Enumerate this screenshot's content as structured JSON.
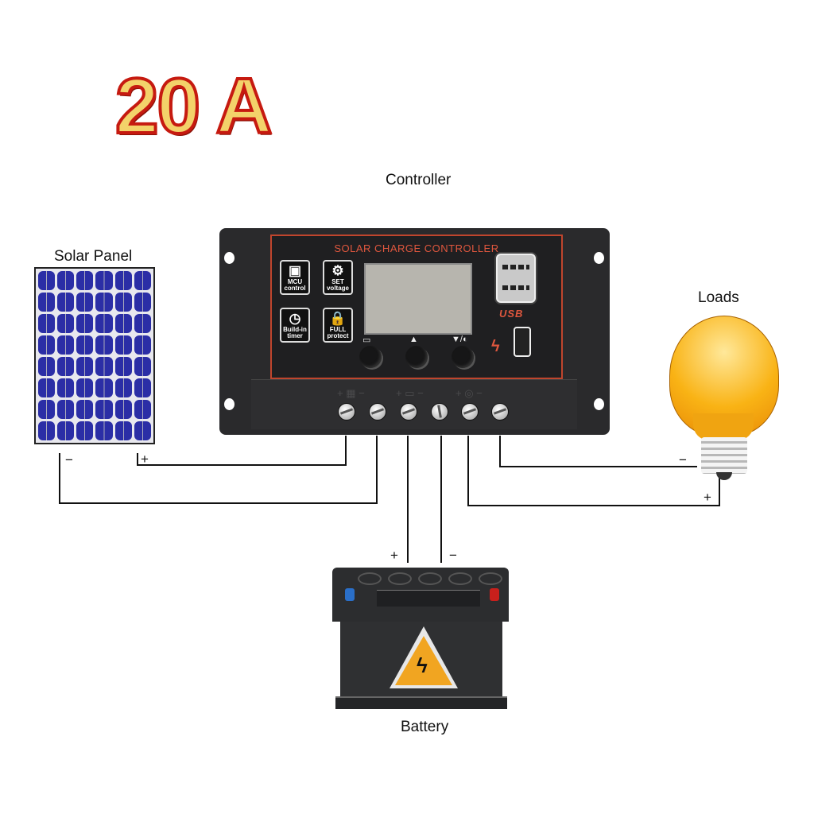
{
  "headline": {
    "text": "20 A",
    "fill_color": "#f3d26a",
    "stroke_color": "#c61a10"
  },
  "labels": {
    "controller": "Controller",
    "solar_panel": "Solar Panel",
    "loads": "Loads",
    "battery": "Battery"
  },
  "controller": {
    "title": "SOLAR CHARGE CONTROLLER",
    "accent_color": "#e0573e",
    "features": [
      {
        "icon": "chip-icon",
        "glyph": "▣",
        "line1": "MCU",
        "line2": "control"
      },
      {
        "icon": "gear-icon",
        "glyph": "⚙",
        "line1": "SET",
        "line2": "voltage"
      },
      {
        "icon": "clock-icon",
        "glyph": "◷",
        "line1": "Build-in",
        "line2": "timer"
      },
      {
        "icon": "lock-icon",
        "glyph": "🔒",
        "line1": "FULL",
        "line2": "protect"
      }
    ],
    "buttons": [
      {
        "name": "menu-button",
        "label": "▭"
      },
      {
        "name": "up-button",
        "label": "▲"
      },
      {
        "name": "down-button",
        "label": "▼/◐"
      }
    ],
    "usb_label": "USB",
    "terminal_groups": [
      {
        "name": "solar",
        "label": "+ ▦ −"
      },
      {
        "name": "battery",
        "label": "+ ▭ −"
      },
      {
        "name": "load",
        "label": "+ ◎ −"
      }
    ]
  },
  "polarity": {
    "solar_minus": "−",
    "solar_plus": "+",
    "battery_plus": "+",
    "battery_minus": "−",
    "load_minus": "−",
    "load_plus": "+"
  }
}
